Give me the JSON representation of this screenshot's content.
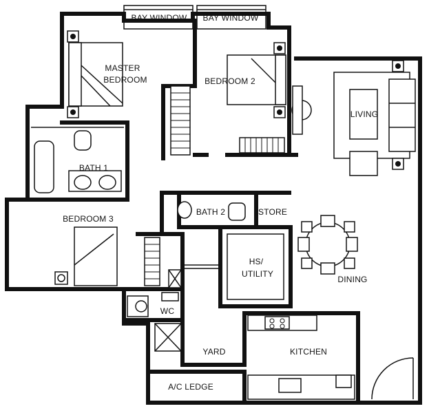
{
  "rooms": {
    "bay_window_1": "BAY WINDOW",
    "bay_window_2": "BAY WINDOW",
    "master_bedroom_line1": "MASTER",
    "master_bedroom_line2": "BEDROOM",
    "bedroom_2": "BEDROOM 2",
    "living": "LIVING",
    "bath_1": "BATH 1",
    "bedroom_3": "BEDROOM 3",
    "bath_2": "BATH 2",
    "store": "STORE",
    "hs_utility_line1": "HS/",
    "hs_utility_line2": "UTILITY",
    "dining": "DINING",
    "wc": "WC",
    "yard": "YARD",
    "kitchen": "KITCHEN",
    "ac_ledge": "A/C LEDGE"
  }
}
